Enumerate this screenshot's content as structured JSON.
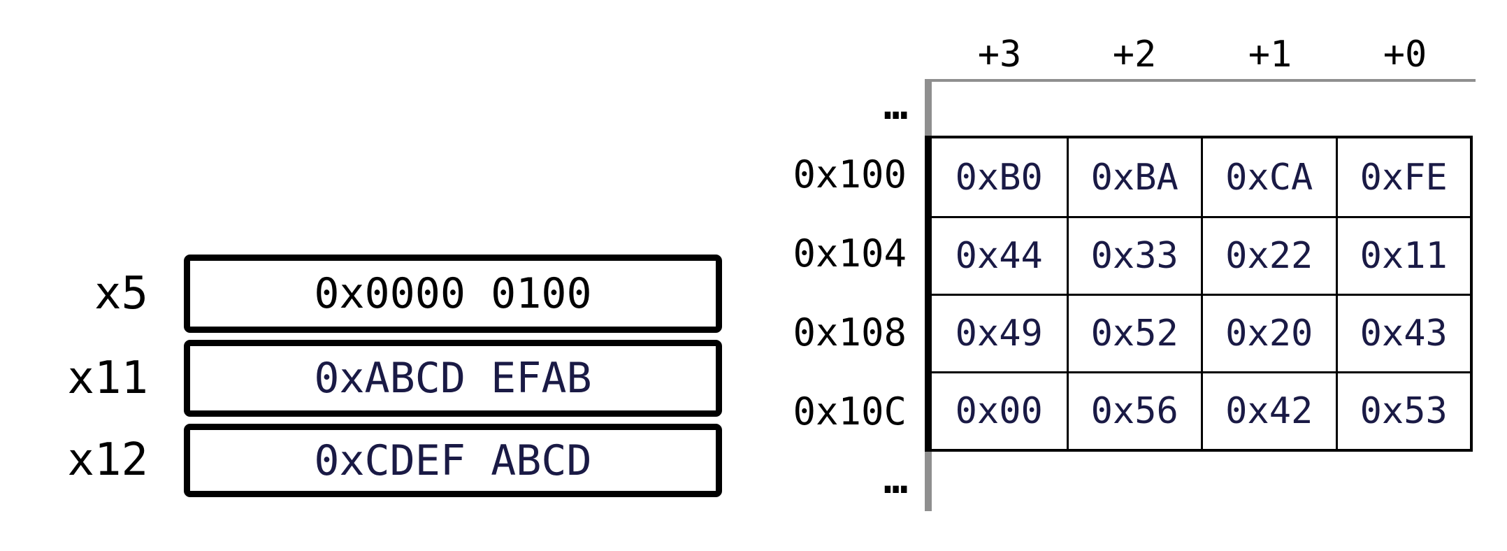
{
  "colors": {
    "ink_black": "#000000",
    "ink_navy": "#1a1a45",
    "gray_rail": "#8f8f8f",
    "background": "#ffffff"
  },
  "registers": {
    "items": [
      {
        "name": "x5",
        "value": "0x0000 0100"
      },
      {
        "name": "x11",
        "value": "0xABCD EFAB"
      },
      {
        "name": "x12",
        "value": "0xCDEF ABCD"
      }
    ]
  },
  "memory": {
    "column_headers": [
      "+3",
      "+2",
      "+1",
      "+0"
    ],
    "ellipsis_top": "…",
    "ellipsis_bottom": "…",
    "rows": [
      {
        "address": "0x100",
        "bytes": [
          "0xB0",
          "0xBA",
          "0xCA",
          "0xFE"
        ]
      },
      {
        "address": "0x104",
        "bytes": [
          "0x44",
          "0x33",
          "0x22",
          "0x11"
        ]
      },
      {
        "address": "0x108",
        "bytes": [
          "0x49",
          "0x52",
          "0x20",
          "0x43"
        ]
      },
      {
        "address": "0x10C",
        "bytes": [
          "0x00",
          "0x56",
          "0x42",
          "0x53"
        ]
      }
    ]
  }
}
